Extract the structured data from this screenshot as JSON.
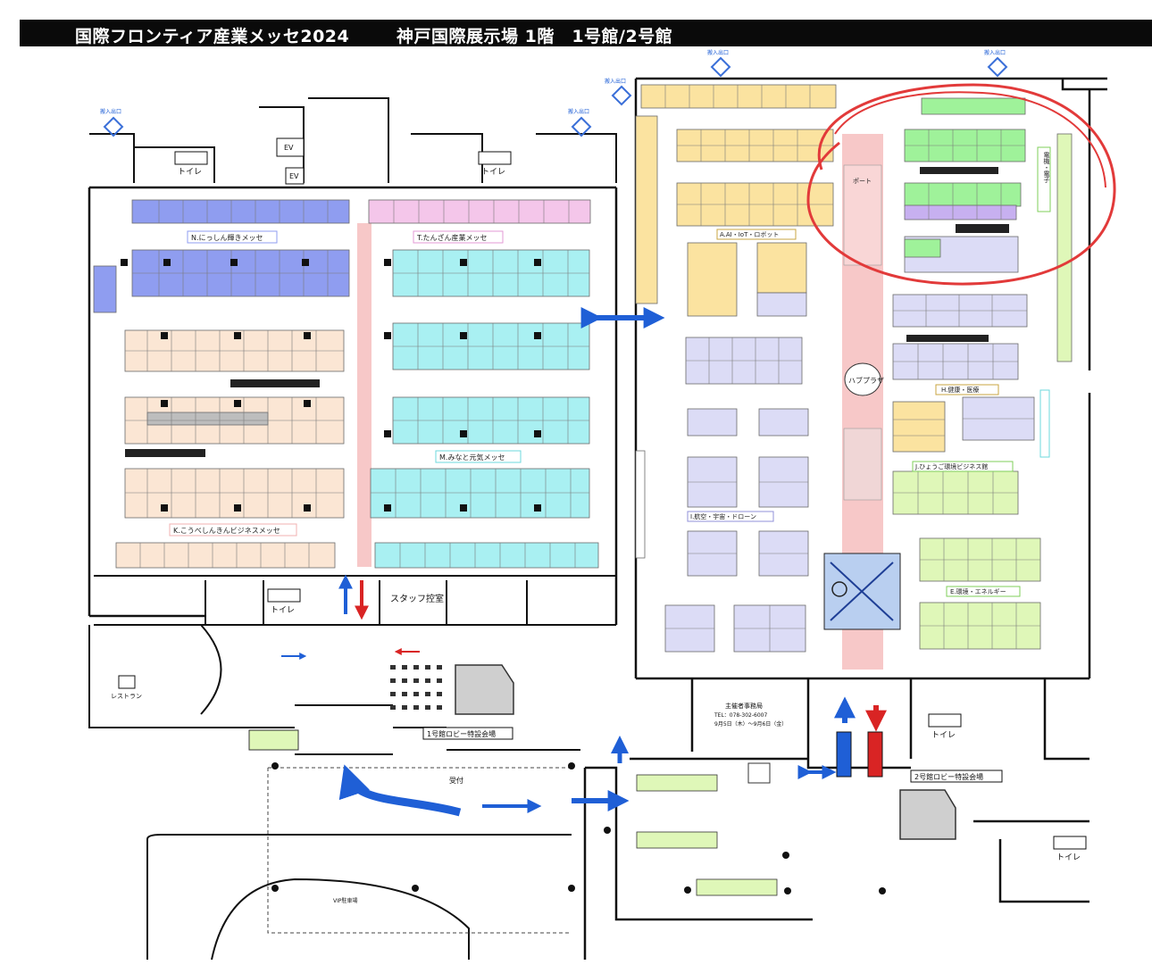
{
  "header": {
    "event_title": "国際フロンティア産業メッセ2024",
    "venue_title": "神戸国際展示場 1階　1号館/2号館"
  },
  "entrances": {
    "label": "搬入出口"
  },
  "facilities": {
    "toilet": "トイレ",
    "restaurant": "レストラン",
    "staff_room": "スタッフ控室",
    "hall1_lobby": "1号館ロビー特設会場",
    "hall2_lobby": "2号館ロビー特設会場",
    "reception": "受付",
    "organizer_office": "主催者事務局",
    "organizer_tel": "TEL：078-302-6007",
    "organizer_dates": "9月5日（木）～9月6日（金）",
    "port": "ポート",
    "harbor_plaza": "ハブプラザ",
    "ev": "EV",
    "vip": "VIP駐車場"
  },
  "zones": {
    "nikkei": "N.にっしん輝きメッセ",
    "tanzan": "T.たんざん産業メッセ",
    "minato": "M.みなと元気メッセ",
    "koberin": "K.こうべしんきんビジネスメッセ",
    "aiiot": "A.AI・IoT・ロボット",
    "medical": "I.航空・宇宙・ドローン",
    "health": "H.健康・医療",
    "hyogo": "J.ひょうご環境ビジネス館",
    "energy": "E.環境・エネルギー",
    "electric": "電機・電子"
  },
  "colors": {
    "title_bg": "#0a0a0a",
    "blue_booth": "#8f9df0",
    "pink_booth": "#f4c6ea",
    "cyan_booth": "#a9f0f2",
    "peach_booth": "#fbe6d4",
    "yellow_booth": "#fbe3a0",
    "green_booth": "#9ff29a",
    "lightgreen_booth": "#dff7b8",
    "lavender_booth": "#dcdcf6",
    "aisle_pink": "#f7c8c8",
    "arrow_blue": "#1f5fd6",
    "arrow_red": "#d92424",
    "circle_red": "#e23a3a"
  }
}
